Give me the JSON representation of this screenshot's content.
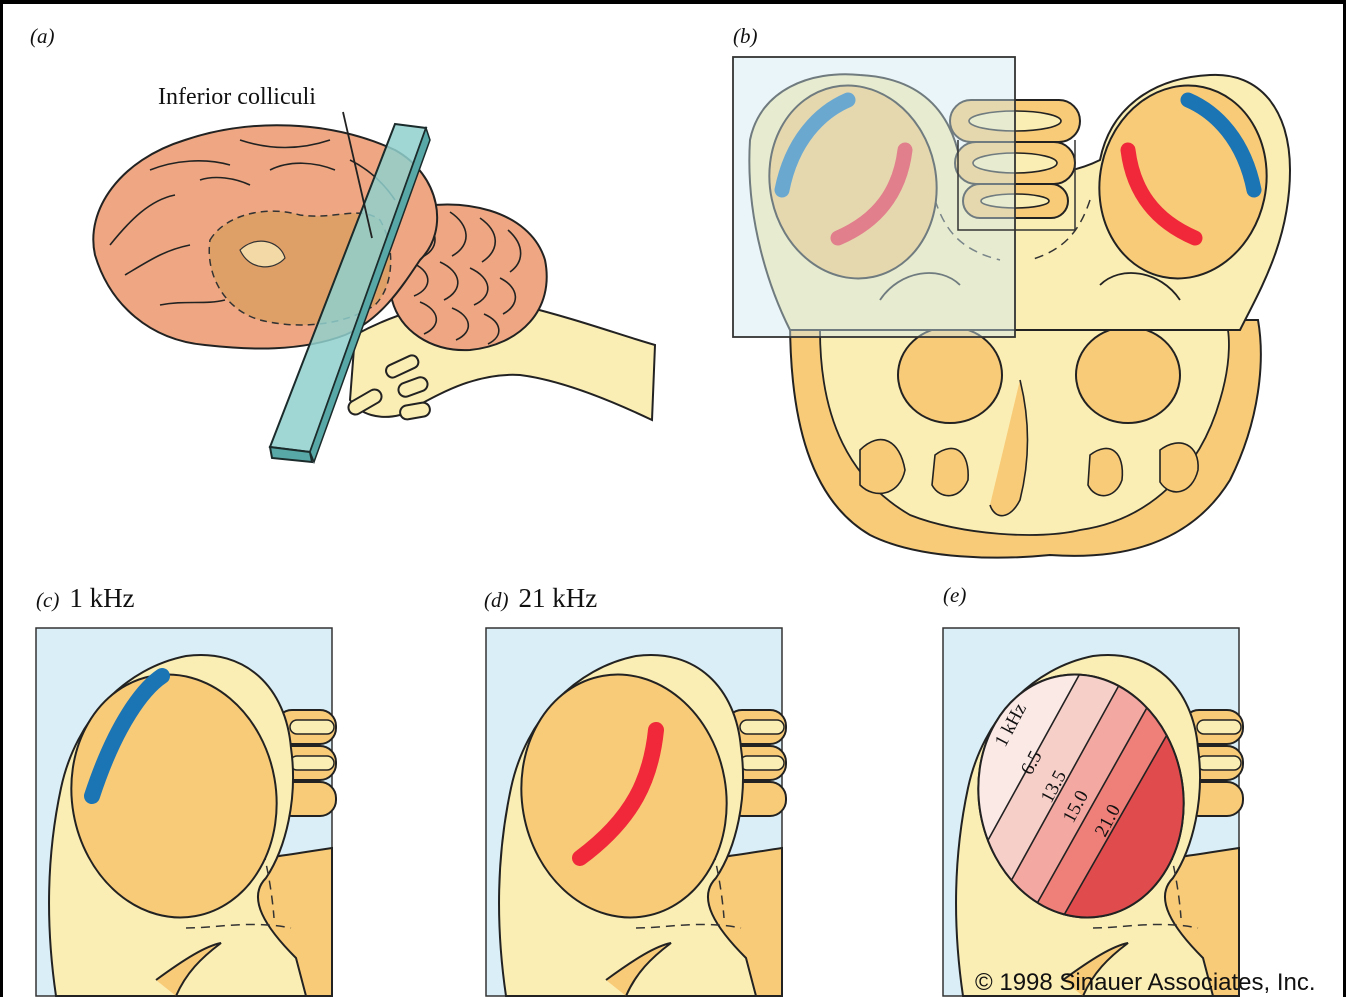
{
  "panels": {
    "a": {
      "tag": "(a)",
      "callout": "Inferior colliculi"
    },
    "b": {
      "tag": "(b)"
    },
    "c": {
      "tag": "(c)",
      "frequency": "1 kHz"
    },
    "d": {
      "tag": "(d)",
      "frequency": "21 kHz"
    },
    "e": {
      "tag": "(e)",
      "zones": [
        "1 kHz",
        "6.5",
        "13.5",
        "15.0",
        "21.0"
      ]
    }
  },
  "copyright": "© 1998 Sinauer Associates, Inc.",
  "colors": {
    "low_frequency": "#1b74b4",
    "high_frequency": "#f0283a",
    "tissue": "#fbeeb4",
    "colliculus": "#f8cb78",
    "slice_glass": "#cfe8f2",
    "brain": "#eea782"
  }
}
